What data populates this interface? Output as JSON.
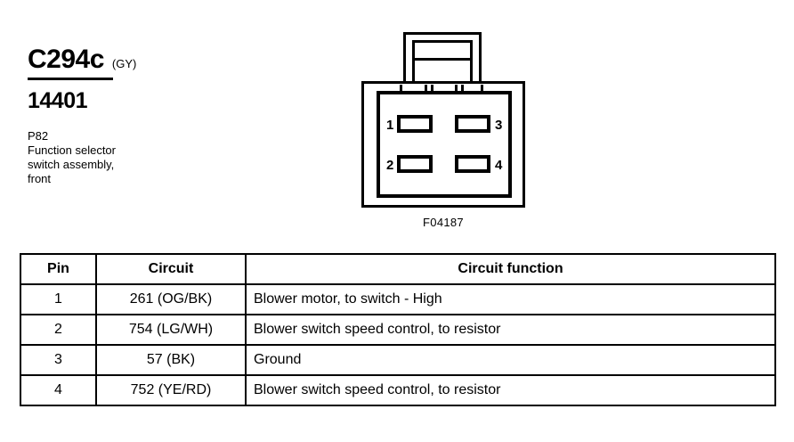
{
  "label": {
    "connector_id": "C294c",
    "connector_color": "(GY)",
    "part_number": "14401",
    "description_lines": [
      "P82",
      "Function selector",
      "switch assembly,",
      "front"
    ]
  },
  "connector": {
    "caption": "F04187",
    "pin_numbers": [
      "1",
      "2",
      "3",
      "4"
    ]
  },
  "table": {
    "headers": {
      "pin": "Pin",
      "circuit": "Circuit",
      "function": "Circuit function"
    },
    "rows": [
      {
        "pin": "1",
        "circuit": "261 (OG/BK)",
        "function": "Blower motor, to switch - High"
      },
      {
        "pin": "2",
        "circuit": "754 (LG/WH)",
        "function": "Blower switch speed control, to resistor"
      },
      {
        "pin": "3",
        "circuit": "57 (BK)",
        "function": "Ground"
      },
      {
        "pin": "4",
        "circuit": "752 (YE/RD)",
        "function": "Blower switch speed control, to resistor"
      }
    ]
  }
}
